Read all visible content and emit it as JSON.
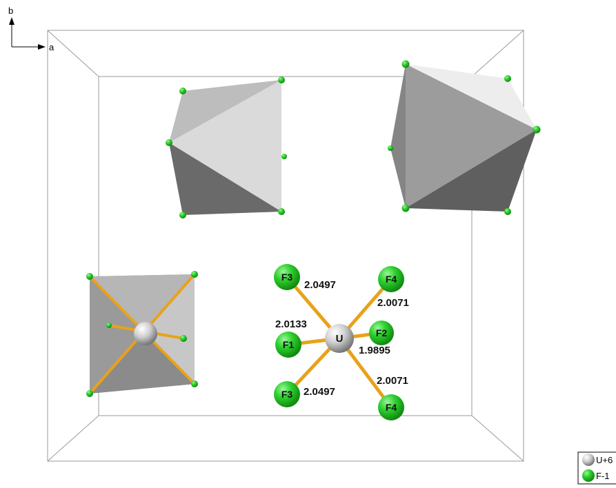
{
  "axes": {
    "b_label": "b",
    "a_label": "a"
  },
  "legend": {
    "items": [
      {
        "label": "U+6",
        "color": "#c8c8c8"
      },
      {
        "label": "F-1",
        "color": "#22c322"
      }
    ]
  },
  "structure": {
    "center_atom": "U",
    "atoms": [
      {
        "id": "f3-top",
        "label": "F3"
      },
      {
        "id": "f4-top",
        "label": "F4"
      },
      {
        "id": "f1",
        "label": "F1"
      },
      {
        "id": "f2",
        "label": "F2"
      },
      {
        "id": "f3-bottom",
        "label": "F3"
      },
      {
        "id": "f4-bottom",
        "label": "F4"
      }
    ],
    "bonds": [
      {
        "id": "u-f3-top",
        "length": "2.0497"
      },
      {
        "id": "u-f4-top",
        "length": "2.0071"
      },
      {
        "id": "u-f1",
        "length": "2.0133"
      },
      {
        "id": "u-f2",
        "length": "1.9895"
      },
      {
        "id": "u-f3-bottom",
        "length": "2.0497"
      },
      {
        "id": "u-f4-bottom",
        "length": "2.0071"
      }
    ]
  },
  "colors": {
    "uranium": "#c8c8c8",
    "fluorine": "#22c322",
    "bond": "#e8a21a",
    "cell_edge": "#9a9a9a"
  }
}
